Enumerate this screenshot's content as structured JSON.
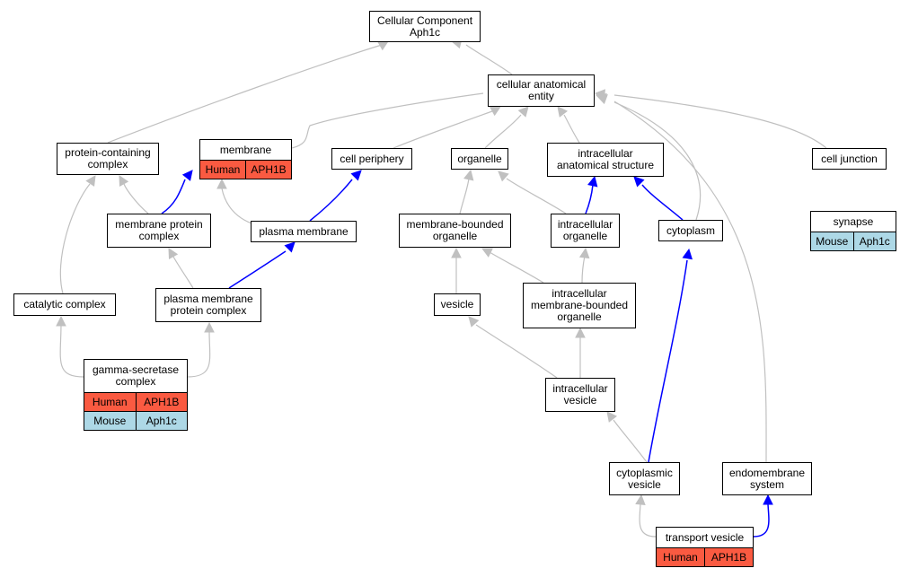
{
  "colors": {
    "inferred_edge": "#c0c0c0",
    "direct_edge": "#0000ff",
    "human": "#fa5a41",
    "mouse": "#add8e6"
  },
  "nodes": {
    "root": {
      "line1": "Cellular Component",
      "line2": "Aph1c"
    },
    "cae": {
      "line1": "cellular anatomical",
      "line2": "entity"
    },
    "pcc": {
      "line1": "protein-containing",
      "line2": "complex"
    },
    "membrane": {
      "line1": "membrane",
      "species": "Human",
      "gene": "APH1B"
    },
    "cellper": {
      "line1": "cell periphery"
    },
    "organelle": {
      "line1": "organelle"
    },
    "ias": {
      "line1": "intracellular",
      "line2": "anatomical structure"
    },
    "celljunction": {
      "line1": "cell junction"
    },
    "mpc": {
      "line1": "membrane protein",
      "line2": "complex"
    },
    "pm": {
      "line1": "plasma membrane"
    },
    "mbo": {
      "line1": "membrane-bounded",
      "line2": "organelle"
    },
    "io": {
      "line1": "intracellular",
      "line2": "organelle"
    },
    "cytoplasm": {
      "line1": "cytoplasm"
    },
    "synapse": {
      "line1": "synapse",
      "species": "Mouse",
      "gene": "Aph1c"
    },
    "catalytic": {
      "line1": "catalytic complex"
    },
    "pmpc": {
      "line1": "plasma membrane",
      "line2": "protein complex"
    },
    "vesicle": {
      "line1": "vesicle"
    },
    "imbo": {
      "line1": "intracellular",
      "line2": "membrane-bounded",
      "line3": "organelle"
    },
    "gsc": {
      "line1": "gamma-secretase",
      "line2": "complex",
      "species1": "Human",
      "gene1": "APH1B",
      "species2": "Mouse",
      "gene2": "Aph1c"
    },
    "iv": {
      "line1": "intracellular",
      "line2": "vesicle"
    },
    "cv": {
      "line1": "cytoplasmic",
      "line2": "vesicle"
    },
    "es": {
      "line1": "endomembrane",
      "line2": "system"
    },
    "tv": {
      "line1": "transport vesicle",
      "species": "Human",
      "gene": "APH1B"
    }
  }
}
